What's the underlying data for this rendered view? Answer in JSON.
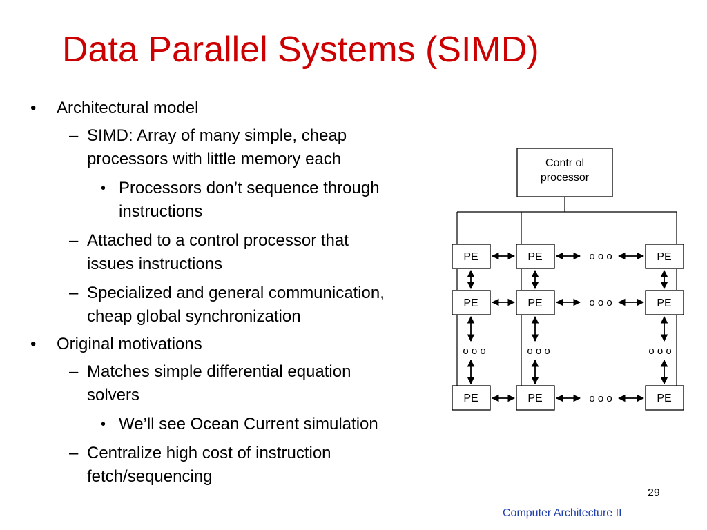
{
  "slide": {
    "title": "Data Parallel Systems (SIMD)",
    "page_number": "29",
    "course": "Computer Architecture II"
  },
  "bullets": [
    {
      "level": 1,
      "marker": "•",
      "lines": [
        "Architectural model"
      ]
    },
    {
      "level": 2,
      "marker": "–",
      "lines": [
        "SIMD: Array of many simple, cheap",
        "processors with little memory each"
      ]
    },
    {
      "level": 3,
      "marker": "•",
      "lines": [
        "Processors don’t sequence through",
        "instructions"
      ]
    },
    {
      "level": 2,
      "marker": "–",
      "lines": [
        "Attached to a control processor that",
        "issues instructions"
      ]
    },
    {
      "level": 2,
      "marker": "–",
      "lines": [
        "Specialized and general communication,",
        "cheap global synchronization"
      ]
    },
    {
      "level": 1,
      "marker": "•",
      "lines": [
        "Original motivations"
      ]
    },
    {
      "level": 2,
      "marker": "–",
      "lines": [
        "Matches simple differential equation",
        "solvers"
      ]
    },
    {
      "level": 3,
      "marker": "•",
      "lines": [
        "We’ll see Ocean Current simulation"
      ]
    },
    {
      "level": 2,
      "marker": "–",
      "lines": [
        "Centralize high cost of instruction",
        "fetch/sequencing"
      ]
    }
  ],
  "diagram": {
    "control_label": [
      "Contr ol",
      "processor"
    ],
    "pe_label": "PE",
    "ellipsis": "o o o"
  }
}
